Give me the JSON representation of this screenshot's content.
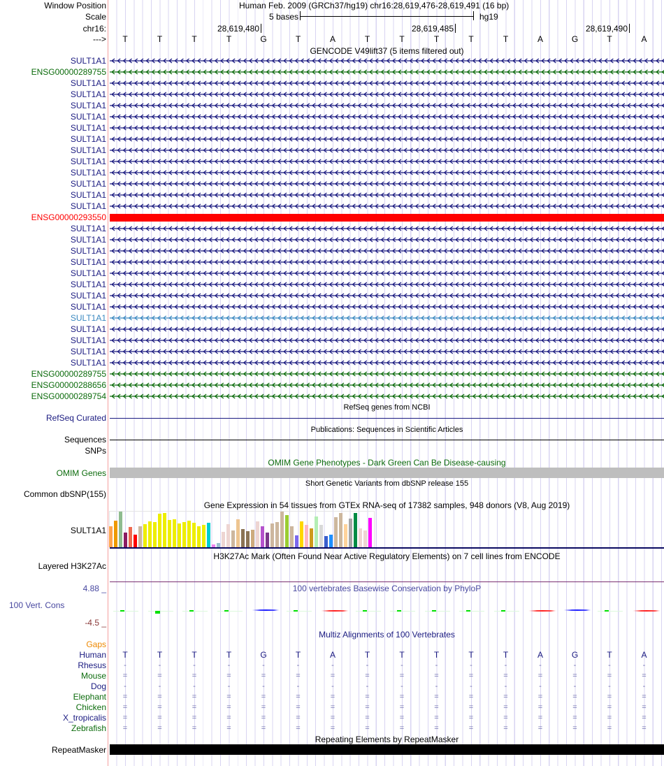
{
  "header": {
    "window_position_label": "Window Position",
    "assembly_title": "Human Feb. 2009 (GRCh37/hg19)   chr16:28,619,476-28,619,491 (16 bp)",
    "scale_label": "Scale",
    "scale_text": "5 bases",
    "scale_assembly": "hg19",
    "chrom_label": "chr16:",
    "positions": [
      "28,619,480",
      "28,619,485",
      "28,619,490"
    ],
    "strand_label": "--->"
  },
  "sequence": [
    "T",
    "T",
    "T",
    "T",
    "G",
    "T",
    "A",
    "T",
    "T",
    "T",
    "T",
    "T",
    "A",
    "G",
    "T",
    "A"
  ],
  "gencode": {
    "title": "GENCODE V49lift37 (5 items filtered out)",
    "rows": [
      {
        "label": "SULT1A1",
        "color": "#1a1a80"
      },
      {
        "label": "ENSG00000289755",
        "color": "#0c6b0c"
      },
      {
        "label": "SULT1A1",
        "color": "#1a1a80"
      },
      {
        "label": "SULT1A1",
        "color": "#1a1a80"
      },
      {
        "label": "SULT1A1",
        "color": "#1a1a80"
      },
      {
        "label": "SULT1A1",
        "color": "#1a1a80"
      },
      {
        "label": "SULT1A1",
        "color": "#1a1a80"
      },
      {
        "label": "SULT1A1",
        "color": "#1a1a80"
      },
      {
        "label": "SULT1A1",
        "color": "#1a1a80"
      },
      {
        "label": "SULT1A1",
        "color": "#1a1a80"
      },
      {
        "label": "SULT1A1",
        "color": "#1a1a80"
      },
      {
        "label": "SULT1A1",
        "color": "#1a1a80"
      },
      {
        "label": "SULT1A1",
        "color": "#1a1a80"
      },
      {
        "label": "SULT1A1",
        "color": "#1a1a80"
      },
      {
        "label": "ENSG00000293550",
        "color": "#ff0000",
        "solid": true
      },
      {
        "label": "SULT1A1",
        "color": "#1a1a80"
      },
      {
        "label": "SULT1A1",
        "color": "#1a1a80"
      },
      {
        "label": "SULT1A1",
        "color": "#1a1a80"
      },
      {
        "label": "SULT1A1",
        "color": "#1a1a80"
      },
      {
        "label": "SULT1A1",
        "color": "#1a1a80"
      },
      {
        "label": "SULT1A1",
        "color": "#1a1a80"
      },
      {
        "label": "SULT1A1",
        "color": "#1a1a80"
      },
      {
        "label": "SULT1A1",
        "color": "#1a1a80"
      },
      {
        "label": "SULT1A1",
        "color": "#3a88c0"
      },
      {
        "label": "SULT1A1",
        "color": "#1a1a80"
      },
      {
        "label": "SULT1A1",
        "color": "#1a1a80"
      },
      {
        "label": "SULT1A1",
        "color": "#1a1a80"
      },
      {
        "label": "SULT1A1",
        "color": "#1a1a80"
      },
      {
        "label": "ENSG00000289755",
        "color": "#0c6b0c"
      },
      {
        "label": "ENSG00000288656",
        "color": "#0c6b0c"
      },
      {
        "label": "ENSG00000289754",
        "color": "#0c6b0c"
      }
    ]
  },
  "refseq": {
    "title": "RefSeq genes from NCBI",
    "label": "RefSeq Curated"
  },
  "publications": {
    "title": "Publications: Sequences in Scientific Articles",
    "label1": "Sequences",
    "label2": "SNPs"
  },
  "omim": {
    "title": "OMIM Gene Phenotypes - Dark Green Can Be Disease-causing",
    "label": "OMIM Genes"
  },
  "dbsnp": {
    "title": "Short Genetic Variants from dbSNP release 155",
    "label": "Common dbSNP(155)"
  },
  "gtex": {
    "title": "Gene Expression in 54 tissues from GTEx RNA-seq of 17382 samples, 948 donors (V8, Aug 2019)",
    "label": "SULT1A1",
    "values": [
      0.59,
      0.75,
      1.0,
      0.41,
      0.57,
      0.36,
      0.59,
      0.64,
      0.72,
      0.71,
      0.94,
      0.96,
      0.76,
      0.78,
      0.66,
      0.71,
      0.74,
      0.68,
      0.59,
      0.63,
      0.68,
      0.07,
      0.11,
      0.43,
      0.64,
      0.47,
      0.78,
      0.51,
      0.45,
      0.49,
      0.72,
      0.59,
      0.41,
      0.66,
      0.7,
      1.0,
      0.9,
      0.59,
      0.33,
      0.72,
      0.63,
      0.53,
      0.86,
      0.63,
      0.31,
      0.35,
      0.84,
      0.96,
      0.64,
      0.8,
      0.96,
      0.53,
      0.47,
      0.82
    ],
    "colors": [
      "#FFA54F",
      "#EE9A00",
      "#8FBC8F",
      "#8B1C62",
      "#EE6A50",
      "#FF0000",
      "#CDB79E",
      "#EEEE00",
      "#EEEE00",
      "#EEEE00",
      "#EEEE00",
      "#EEEE00",
      "#EEEE00",
      "#EEEE00",
      "#EEEE00",
      "#EEEE00",
      "#EEEE00",
      "#EEEE00",
      "#EEEE00",
      "#EEEE00",
      "#00CED1",
      "#EE82EE",
      "#9AC0CD",
      "#EED5D2",
      "#EED5D2",
      "#CDB79E",
      "#EEC591",
      "#8B7355",
      "#8B7355",
      "#CDAA7D",
      "#EED5D2",
      "#B452CD",
      "#7A378B",
      "#CDB79E",
      "#CDB79E",
      "#CDB79E",
      "#9ACD32",
      "#CDB79E",
      "#7B68EE",
      "#FFD700",
      "#FFB6C1",
      "#CD9B1D",
      "#B4EEB4",
      "#D9D9D9",
      "#3A5FCD",
      "#1E90FF",
      "#CDB79E",
      "#CDB79E",
      "#FFD39B",
      "#A6A6A6",
      "#008B45",
      "#EED5D2",
      "#EED5D2",
      "#FF00FF"
    ]
  },
  "h3k27ac": {
    "title": "H3K27Ac Mark (Often Found Near Active Regulatory Elements) on 7 cell lines from ENCODE",
    "label": "Layered H3K27Ac"
  },
  "conservation": {
    "title": "100 vertebrates Basewise Conservation by PhyloP",
    "label": "100 Vert. Cons",
    "max": "4.88 _",
    "min": "-4.5 _",
    "marks": [
      "green",
      "green-neg",
      "green",
      "green",
      "blue",
      "green",
      "red",
      "green",
      "green",
      "green",
      "green",
      "green",
      "red",
      "blue",
      "green",
      "red"
    ]
  },
  "multiz": {
    "title": "Multiz Alignments of 100 Vertebrates",
    "gaps_label": "Gaps",
    "human_label": "Human",
    "species": [
      {
        "label": "Rhesus",
        "color": "#1a1a80",
        "sym": "-"
      },
      {
        "label": "Mouse",
        "color": "#0c6b0c",
        "sym": "="
      },
      {
        "label": "Dog",
        "color": "#1a1a80",
        "sym": "-"
      },
      {
        "label": "Elephant",
        "color": "#0c6b0c",
        "sym": "="
      },
      {
        "label": "Chicken",
        "color": "#0c6b0c",
        "sym": "="
      },
      {
        "label": "X_tropicalis",
        "color": "#1a1a80",
        "sym": "="
      },
      {
        "label": "Zebrafish",
        "color": "#0c6b0c",
        "sym": "="
      }
    ]
  },
  "repeatmasker": {
    "title": "Repeating Elements by RepeatMasker",
    "label": "RepeatMasker"
  }
}
